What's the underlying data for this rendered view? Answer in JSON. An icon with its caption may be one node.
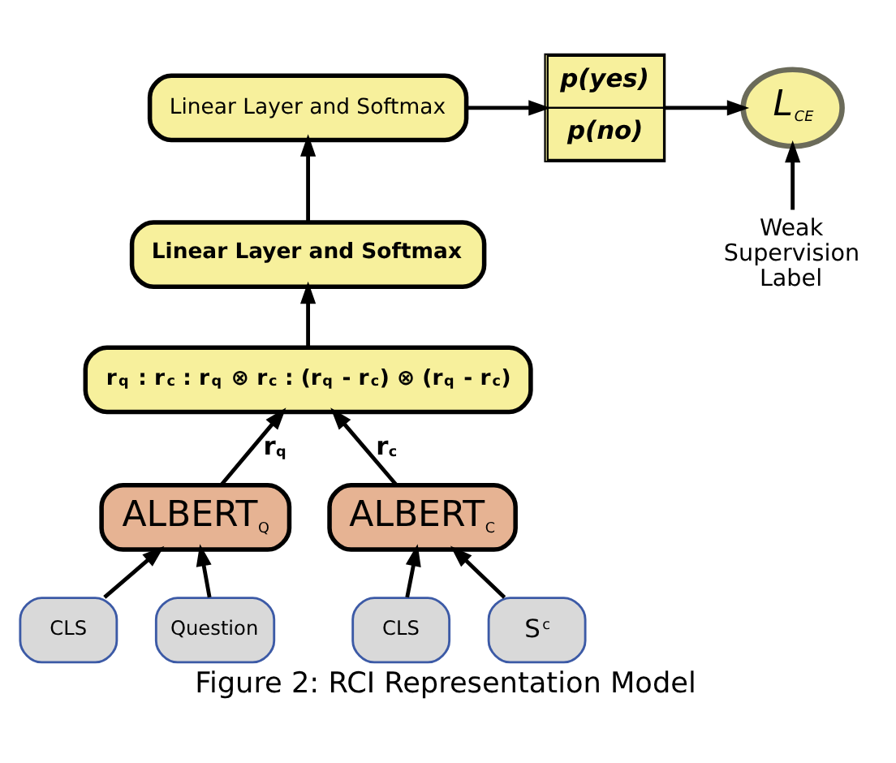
{
  "diagram": {
    "caption": "Figure 2: RCI Representation Model",
    "nodes": [
      {
        "text": [
          "Linear Layer and Softmax"
        ]
      },
      {
        "text": [
          "p(yes)",
          "p(no)"
        ]
      },
      {
        "text": [
          "L$_{CE}$"
        ]
      },
      {
        "text": [
          "Linear Layer and Softmax"
        ]
      },
      {
        "text": [
          "r$_{q}$ : r$_{c}$ : r$_{q}$ ⊗ r$_{c}$ : (r$_{q}$ - r$_{c}$) ⊗ (r$_{q}$ - r$_{c}$)"
        ]
      },
      {
        "text": [
          "Weak Supervision Label"
        ]
      },
      {
        "text": [
          "ALBERT$_{Q}$"
        ]
      },
      {
        "text": [
          "ALBERT$_{C}$"
        ]
      },
      {
        "text": [
          "CLS"
        ]
      },
      {
        "text": [
          "Question"
        ]
      },
      {
        "text": [
          "CLS"
        ]
      },
      {
        "text": [
          "S$^{c}$"
        ]
      }
    ],
    "edges": [
      {
        "from": 0,
        "to": 1,
        "arrow": "to"
      },
      {
        "from": 1,
        "to": 2,
        "arrow": "to"
      },
      {
        "from": 3,
        "to": 0,
        "arrow": "to"
      },
      {
        "from": 4,
        "to": 3,
        "arrow": "to"
      },
      {
        "from": 5,
        "to": 2,
        "arrow": "to"
      },
      {
        "from": 6,
        "to": 4,
        "arrow": "to",
        "label": "r$_{q}$"
      },
      {
        "from": 7,
        "to": 4,
        "arrow": "to",
        "label": "r$_{c}$"
      },
      {
        "from": 8,
        "to": 6,
        "arrow": "to"
      },
      {
        "from": 9,
        "to": 6,
        "arrow": "to"
      },
      {
        "from": 10,
        "to": 7,
        "arrow": "to"
      },
      {
        "from": 11,
        "to": 7,
        "arrow": "to"
      }
    ]
  }
}
